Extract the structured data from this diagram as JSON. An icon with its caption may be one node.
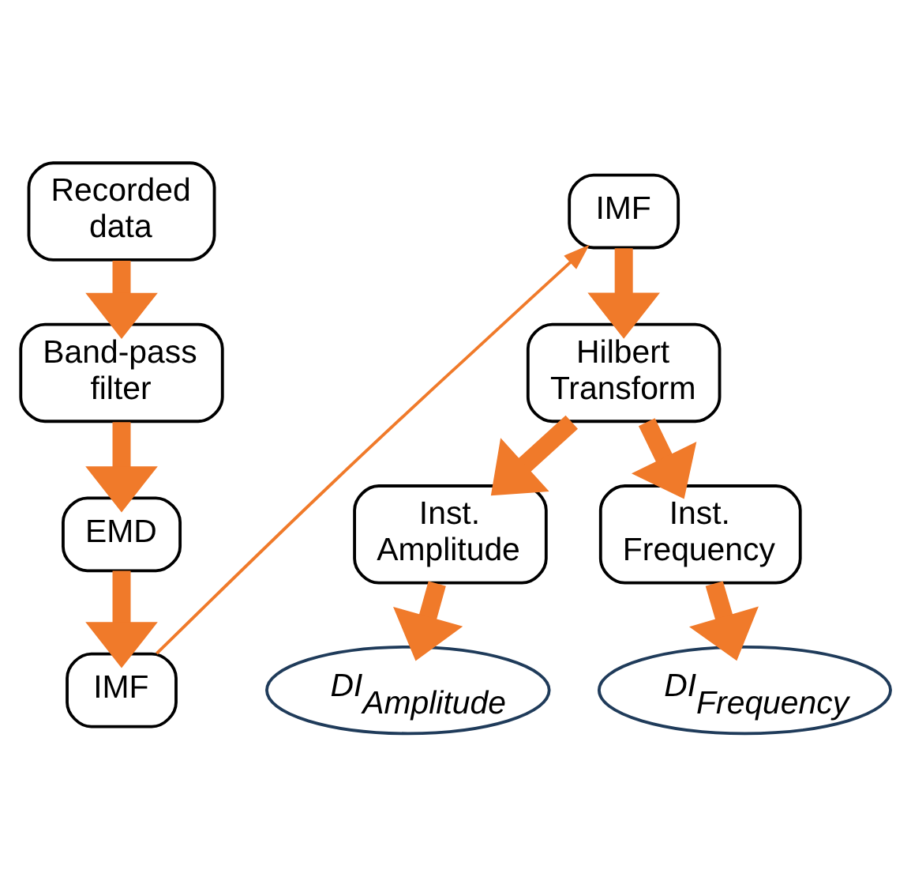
{
  "diagram": {
    "nodes": [
      {
        "text": [
          "Recorded data"
        ]
      },
      {
        "text": [
          "Band-pass filter"
        ]
      },
      {
        "text": [
          "EMD"
        ]
      },
      {
        "text": [
          "IMF"
        ]
      },
      {
        "text": [
          "IMF"
        ]
      },
      {
        "text": [
          "Hilbert Transform"
        ]
      },
      {
        "text": [
          "Inst. Amplitude"
        ]
      },
      {
        "text": [
          "Inst. Frequency"
        ]
      },
      {
        "text": [
          "DI$_{Amplitude}$"
        ]
      },
      {
        "text": [
          "DI$_{Frequency}$"
        ]
      }
    ],
    "edges": [
      {
        "from": 0,
        "to": 1,
        "arrow": "to"
      },
      {
        "from": 1,
        "to": 2,
        "arrow": "to"
      },
      {
        "from": 2,
        "to": 3,
        "arrow": "to"
      },
      {
        "from": 3,
        "to": 4,
        "arrow": "to"
      },
      {
        "from": 4,
        "to": 5,
        "arrow": "to"
      },
      {
        "from": 5,
        "to": 6,
        "arrow": "to"
      },
      {
        "from": 5,
        "to": 7,
        "arrow": "to"
      },
      {
        "from": 6,
        "to": 8,
        "arrow": "to"
      },
      {
        "from": 7,
        "to": 9,
        "arrow": "to"
      }
    ]
  }
}
